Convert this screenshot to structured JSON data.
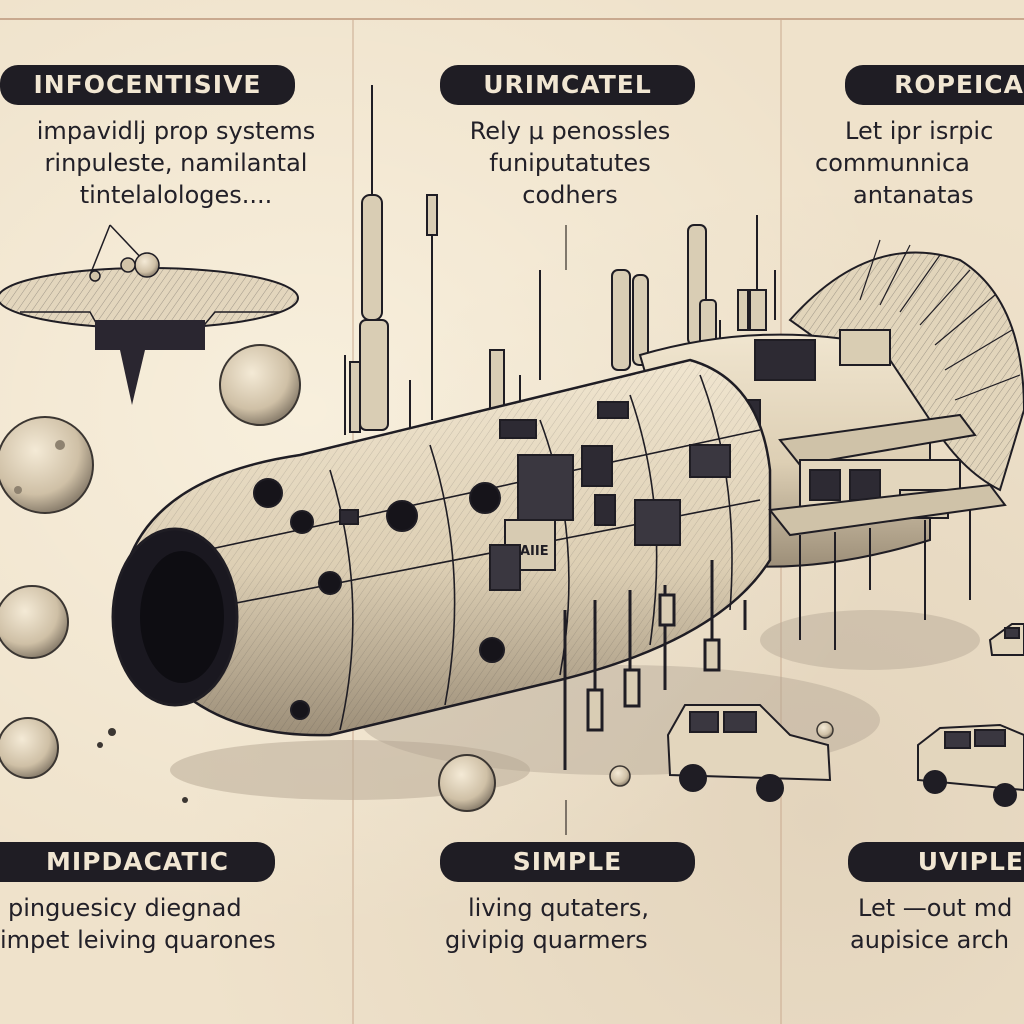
{
  "panels": {
    "top_left": {
      "label": "INFOCENTISIVE",
      "lines": [
        "impavidlj prop systems",
        "rinpuleste, namilantal",
        "tintelalologes...."
      ]
    },
    "top_center": {
      "label": "URIMCATEL",
      "lines": [
        "Rely μ penossles",
        "funiputatutes",
        "codhers"
      ]
    },
    "top_right": {
      "label": "ROPEICA",
      "lines": [
        "Let ipr isrpic",
        "communnica",
        "antanatas"
      ]
    },
    "bottom_left": {
      "label": "MIPDACATIC",
      "lines": [
        "pinguesicy diegnad",
        "impet leiving quarones"
      ]
    },
    "bottom_center": {
      "label": "SIMPLE",
      "lines": [
        "living qutaters,",
        "givipig quarmers"
      ]
    },
    "bottom_right": {
      "label": "UVIPLE",
      "lines": [
        "Let —out md",
        "aupisice arch"
      ]
    }
  },
  "station": {
    "hull_marking": "AIIE"
  },
  "colors": {
    "paper": "#efe2cb",
    "ink": "#1f1d24",
    "hull": "#e8dcc4",
    "label_text": "#f1e6d2"
  }
}
